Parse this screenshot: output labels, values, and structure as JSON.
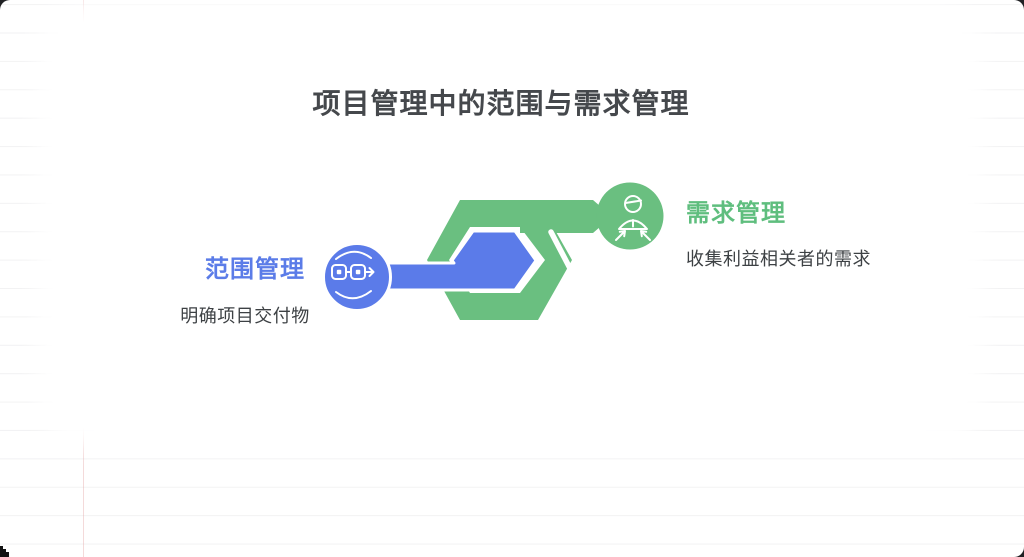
{
  "title": {
    "text": "项目管理中的范围与需求管理"
  },
  "nodes": {
    "scope": {
      "label": "范围管理",
      "description": "明确项目交付物",
      "icon": "process-flow-icon"
    },
    "requirements": {
      "label": "需求管理",
      "description": "收集利益相关者的需求",
      "icon": "person-collect-icon"
    }
  },
  "colors": {
    "blue_shape": "#5b7be9",
    "blue_text": "#5b7ce8",
    "green_shape": "#6abf80",
    "green_text": "#5fbe7e",
    "title_text": "#45484c",
    "body_text": "#3d4144",
    "ruled_line": "#f2f2f3",
    "margin_line": "#e9b8b8",
    "page_background": "#202124",
    "card_background": "#ffffff",
    "corner_artifact": "#111111"
  }
}
